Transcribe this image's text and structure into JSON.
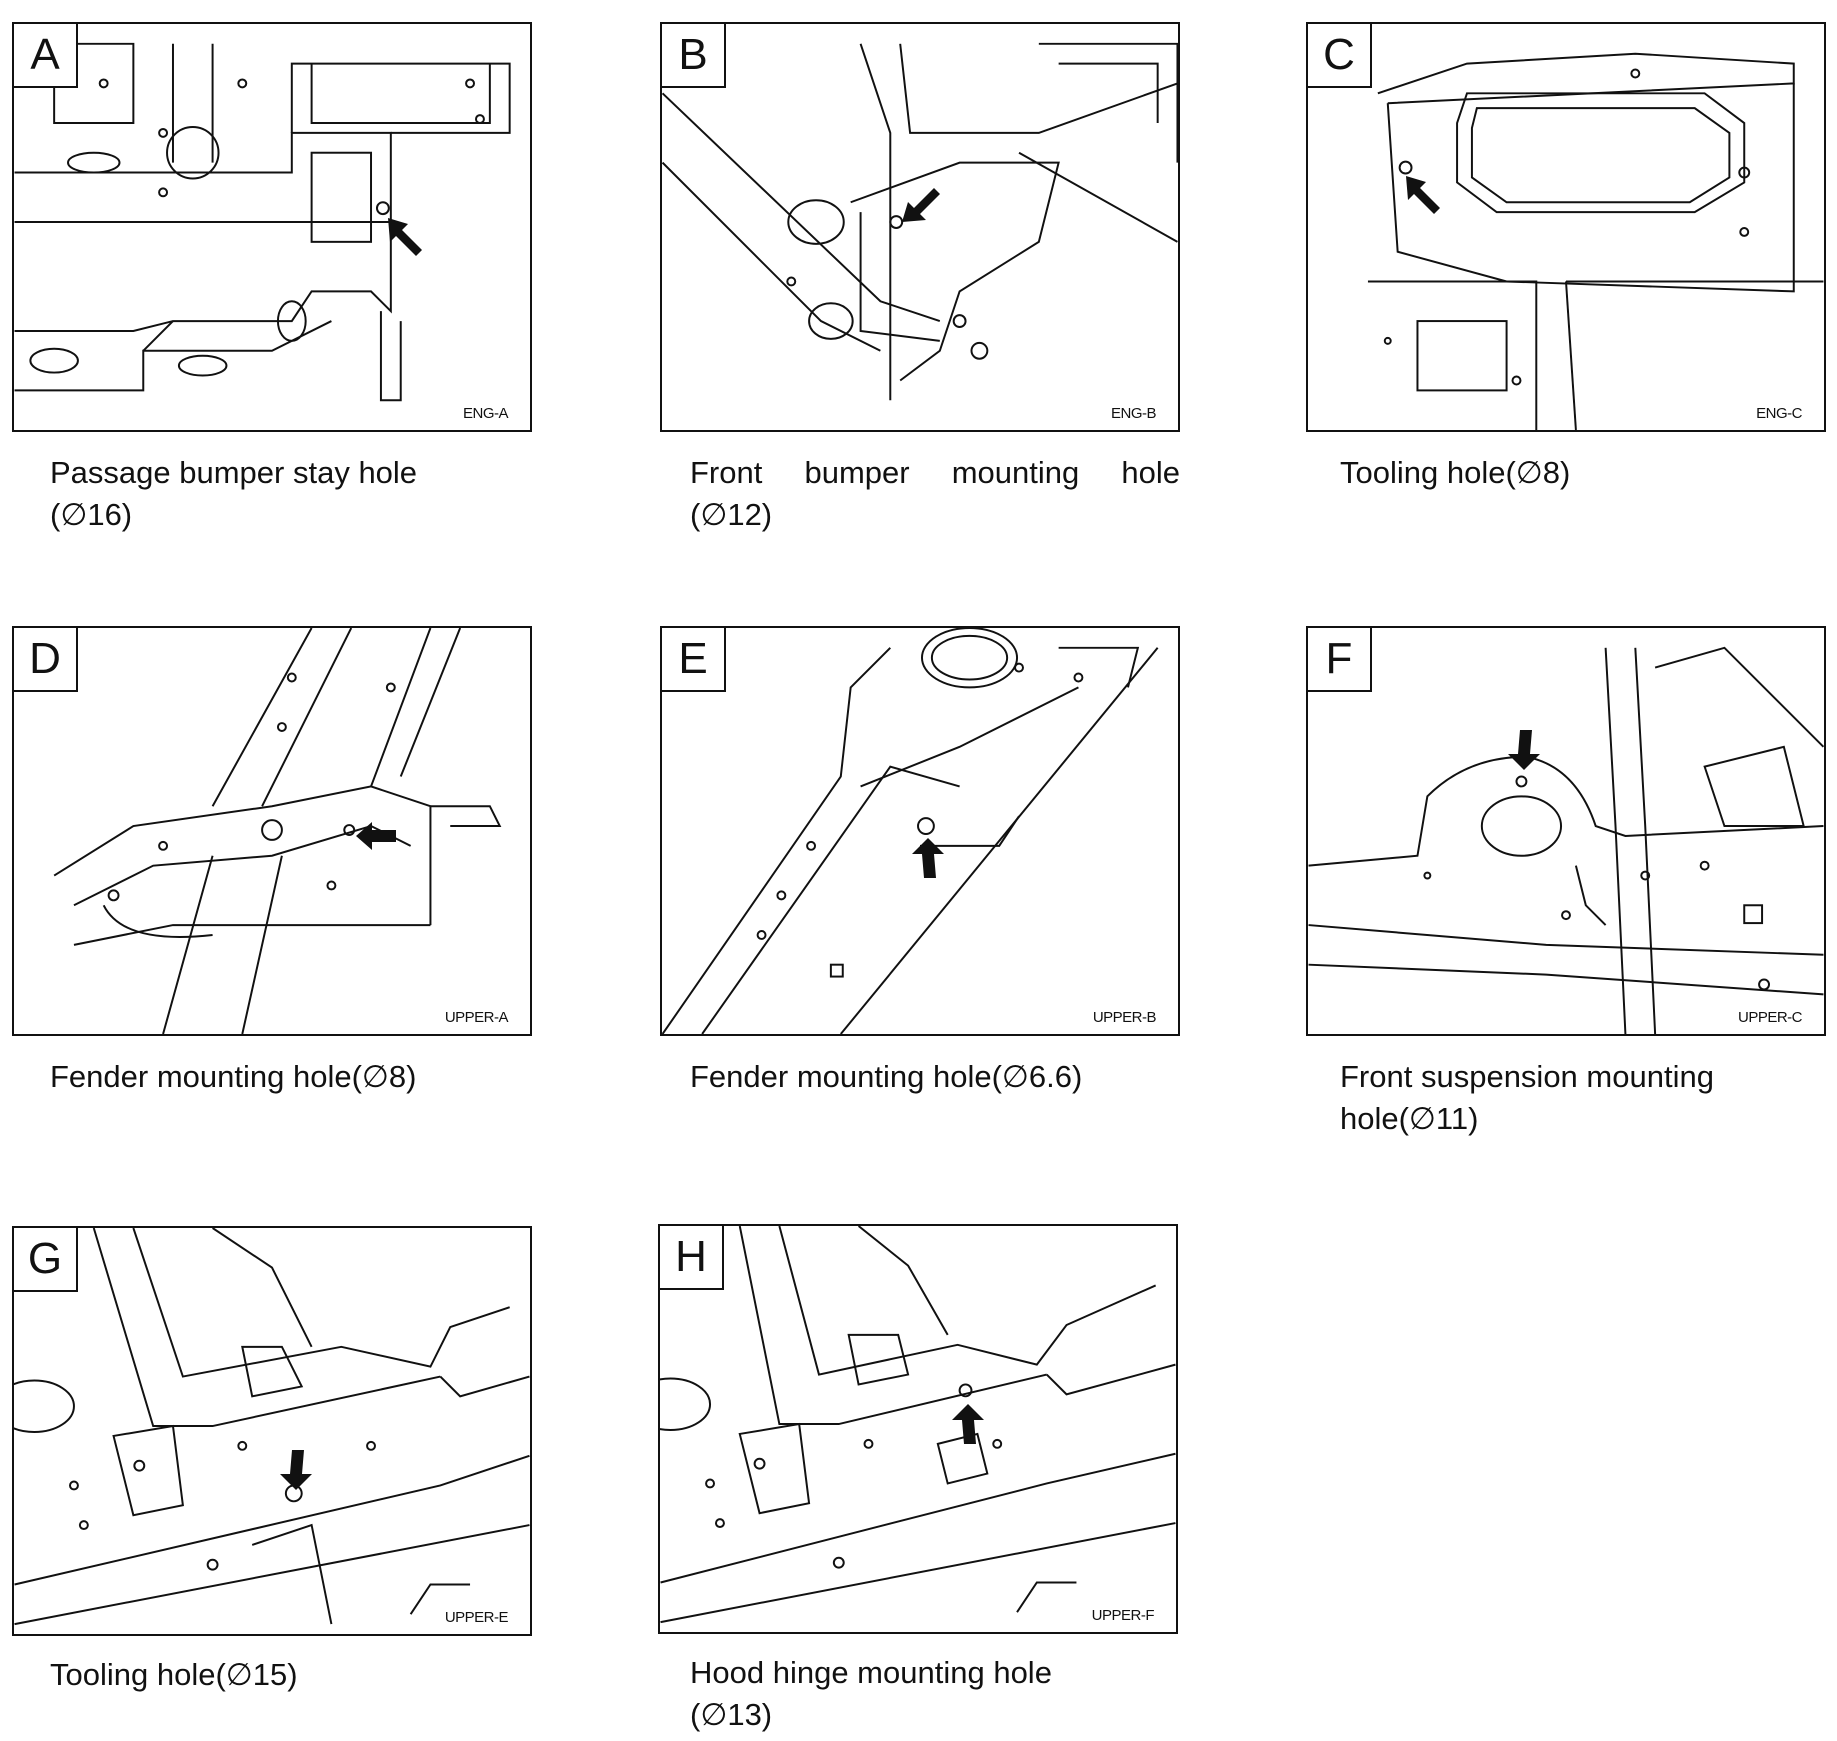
{
  "panels": [
    {
      "letter": "A",
      "code": "ENG-A",
      "caption_line1": "Passage bumper stay hole",
      "caption_line2": "(∅16)"
    },
    {
      "letter": "B",
      "code": "ENG-B",
      "caption_line1": "Front bumper mounting hole",
      "caption_line2": "(∅12)"
    },
    {
      "letter": "C",
      "code": "ENG-C",
      "caption_line1": "Tooling hole(∅8)",
      "caption_line2": ""
    },
    {
      "letter": "D",
      "code": "UPPER-A",
      "caption_line1": "Fender mounting hole(∅8)",
      "caption_line2": ""
    },
    {
      "letter": "E",
      "code": "UPPER-B",
      "caption_line1": "Fender mounting hole(∅6.6)",
      "caption_line2": ""
    },
    {
      "letter": "F",
      "code": "UPPER-C",
      "caption_line1": "Front suspension mounting",
      "caption_line2": "hole(∅11)"
    },
    {
      "letter": "G",
      "code": "UPPER-E",
      "caption_line1": "Tooling hole(∅15)",
      "caption_line2": ""
    },
    {
      "letter": "H",
      "code": "UPPER-F",
      "caption_line1": "Hood hinge mounting hole",
      "caption_line2": "(∅13)"
    }
  ],
  "icons": {
    "hole_pointer": "arrow-icon"
  }
}
